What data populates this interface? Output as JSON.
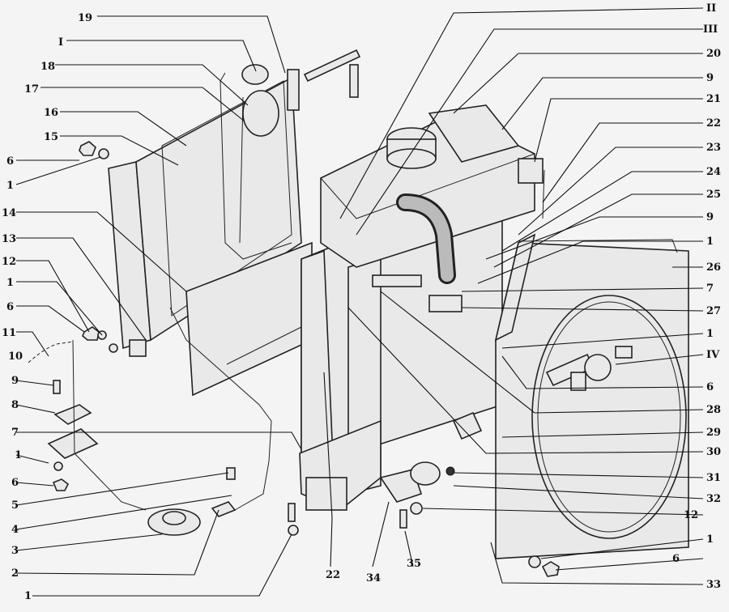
{
  "title": "",
  "callouts": {
    "c19": "19",
    "cI": "I",
    "c18": "18",
    "c17": "17",
    "c16": "16",
    "c15": "15",
    "c6a": "6",
    "c1a": "1",
    "c14": "14",
    "c13": "13",
    "c12a": "12",
    "c1b": "1",
    "c6b": "6",
    "c11": "11",
    "c10": "10",
    "c9a": "9",
    "c8": "8",
    "c7a": "7",
    "c1c": "1",
    "c6c": "6",
    "c5": "5",
    "c4": "4",
    "c3": "3",
    "c2": "2",
    "c1d": "1",
    "cII": "II",
    "cIII": "III",
    "c20": "20",
    "c9b": "9",
    "c21": "21",
    "c22a": "22",
    "c23": "23",
    "c24": "24",
    "c25": "25",
    "c9c": "9",
    "c1e": "1",
    "c26": "26",
    "c7b": "7",
    "c27": "27",
    "c1f": "1",
    "cIV": "IV",
    "c6d": "6",
    "c28": "28",
    "c29": "29",
    "c30": "30",
    "c31": "31",
    "c32": "32",
    "c12b": "12",
    "c1g": "1",
    "c6e": "6",
    "c33": "33",
    "c22b": "22",
    "c34": "34",
    "c35": "35"
  }
}
